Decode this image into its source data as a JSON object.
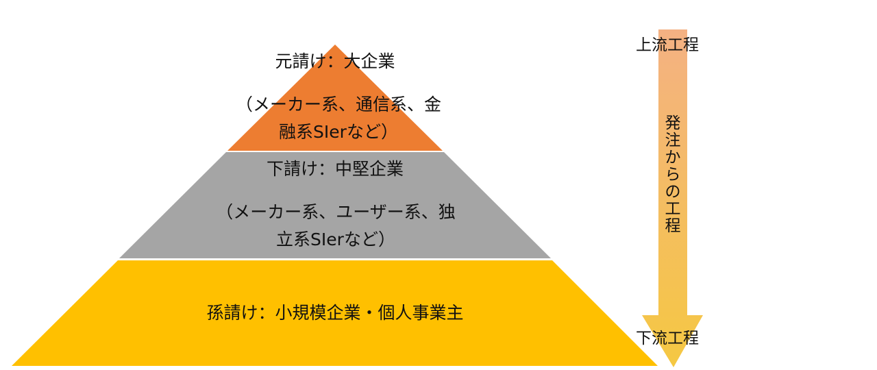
{
  "tiers": [
    {
      "title": "元請け：大企業",
      "detail": "（メーカー系、通信系、金融系SIerなど）",
      "color": "#ED7D31"
    },
    {
      "title": "下請け：中堅企業",
      "detail": "（メーカー系、ユーザー系、独立系SIerなど）",
      "color": "#A5A5A5"
    },
    {
      "title": "孫請け：小規模企業・個人事業主",
      "color": "#FFC000"
    }
  ],
  "flow": {
    "top_label": "上流工程",
    "middle_label": "発注からの工程",
    "bottom_label": "下流工程",
    "gradient_top": "#F4B183",
    "gradient_bottom": "#F5C842"
  }
}
